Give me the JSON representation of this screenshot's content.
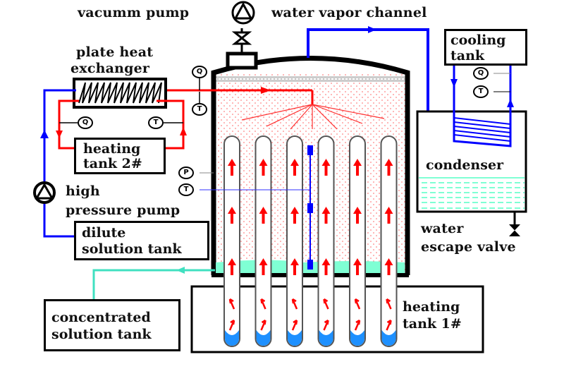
{
  "diagram": {
    "type": "process-flow",
    "labels": {
      "vacuum_pump": "vacumm pump",
      "water_vapor_channel": "water vapor channel",
      "plate_heat_exchanger": [
        "plate heat",
        "exchanger"
      ],
      "high_pressure_pump": [
        "high",
        "pressure pump"
      ],
      "water_escape_valve": [
        "water",
        "escape valve"
      ]
    },
    "tanks": {
      "heating_tank_2": [
        "heating",
        "tank 2#"
      ],
      "dilute_solution_tank": [
        "dilute",
        "solution tank"
      ],
      "cooling_tank": [
        "cooling",
        "tank"
      ],
      "condenser": "condenser",
      "concentrated_solution_tank": [
        "concentrated",
        "solution tank"
      ],
      "heating_tank_1": [
        "heating",
        "tank 1#"
      ]
    },
    "instruments": {
      "flow": "Q",
      "temperature": "T",
      "pressure": "P"
    },
    "tube_count": 6,
    "colors": {
      "cold_line": "#0000ff",
      "hot_line": "#ff0000",
      "solution": "#7fffd4",
      "tube_bottom": "#1e90ff",
      "outline": "#000000"
    }
  }
}
